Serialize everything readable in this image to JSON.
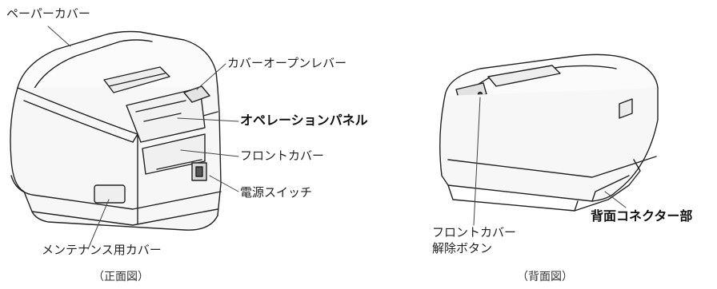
{
  "front": {
    "labels": {
      "paper_cover": "ペーパーカバー",
      "cover_open_lever": "カバーオープンレバー",
      "operation_panel": "オペレーションパネル",
      "front_cover": "フロントカバー",
      "power_switch": "電源スイッチ",
      "maintenance_cover": "メンテナンス用カバー"
    },
    "caption": "（正面図）"
  },
  "back": {
    "labels": {
      "front_cover_release_button_line1": "フロントカバー",
      "front_cover_release_button_line2": "解除ボタン",
      "rear_connector": "背面コネクター部"
    },
    "caption": "（背面図）"
  }
}
